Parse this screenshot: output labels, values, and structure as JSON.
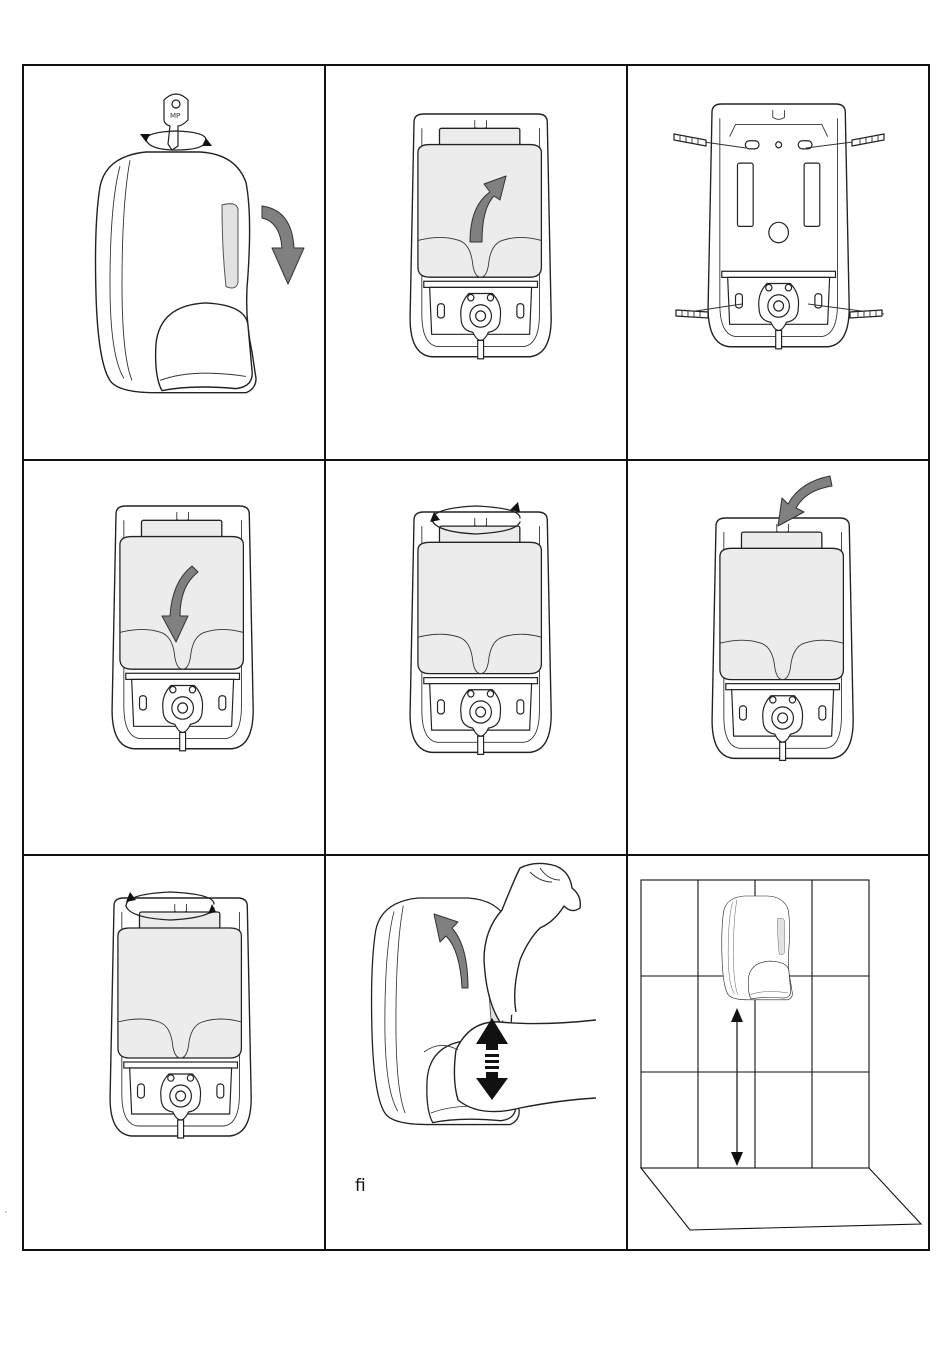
{
  "document": {
    "panel_caption": "ﬁ"
  },
  "panels": [
    {
      "id": 1,
      "illustration": "unlock-dispenser-with-key-and-open-cover"
    },
    {
      "id": 2,
      "illustration": "lift-out-soap-tank"
    },
    {
      "id": 3,
      "illustration": "fix-back-plate-to-wall-with-four-screws"
    },
    {
      "id": 4,
      "illustration": "insert-soap-tank"
    },
    {
      "id": 5,
      "illustration": "rotate-cap"
    },
    {
      "id": 6,
      "illustration": "fill-tank-from-top"
    },
    {
      "id": 7,
      "illustration": "rotate-cap-to-close"
    },
    {
      "id": 8,
      "illustration": "press-with-elbow-to-dispense"
    },
    {
      "id": 9,
      "illustration": "mounting-height-on-tiled-wall"
    }
  ]
}
